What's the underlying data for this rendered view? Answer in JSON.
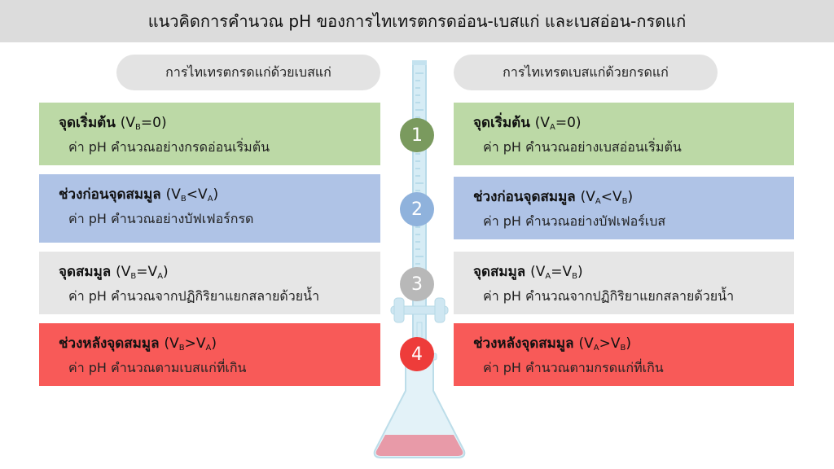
{
  "title": "แนวคิดการคำนวณ pH ของการไทเทรตกรดอ่อน-เบสแก่ และเบสอ่อน-กรดแก่",
  "columns": {
    "left": {
      "header": "การไทเทรตกรดแก่ด้วยเบสแก่",
      "steps": [
        {
          "head": "จุดเริ่มต้น",
          "v1": "V",
          "s1": "B",
          "op": "=0",
          "v2": "",
          "s2": "",
          "close": ")",
          "body": "ค่า pH คำนวณอย่างกรดอ่อนเริ่มต้น"
        },
        {
          "head": "ช่วงก่อนจุดสมมูล",
          "v1": "V",
          "s1": "B",
          "op": "<",
          "v2": "V",
          "s2": "A",
          "close": ")",
          "body": "ค่า pH คำนวณอย่างบัฟเฟอร์กรด"
        },
        {
          "head": "จุดสมมูล",
          "v1": "V",
          "s1": "B",
          "op": "=",
          "v2": "V",
          "s2": "A",
          "close": ")",
          "body": "ค่า pH คำนวณจากปฏิกิริยาแยกสลายด้วยน้ำ"
        },
        {
          "head": "ช่วงหลังจุดสมมูล",
          "v1": "V",
          "s1": "B",
          "op": ">",
          "v2": "V",
          "s2": "A",
          "close": ")",
          "body": "ค่า pH คำนวณตามเบสแก่ที่เกิน"
        }
      ]
    },
    "right": {
      "header": "การไทเทรตเบสแก่ด้วยกรดแก่",
      "steps": [
        {
          "head": "จุดเริ่มต้น",
          "v1": "V",
          "s1": "A",
          "op": "=0",
          "v2": "",
          "s2": "",
          "close": ")",
          "body": "ค่า pH คำนวณอย่างเบสอ่อนเริ่มต้น"
        },
        {
          "head": "ช่วงก่อนจุดสมมูล",
          "v1": "V",
          "s1": "A",
          "op": "<",
          "v2": "V",
          "s2": "B",
          "close": ")",
          "body": "ค่า pH คำนวณอย่างบัฟเฟอร์เบส"
        },
        {
          "head": "จุดสมมูล",
          "v1": "V",
          "s1": "A",
          "op": "=",
          "v2": "V",
          "s2": "B",
          "close": ")",
          "body": "ค่า pH คำนวณจากปฏิกิริยาแยกสลายด้วยน้ำ"
        },
        {
          "head": "ช่วงหลังจุดสมมูล",
          "v1": "V",
          "s1": "A",
          "op": ">",
          "v2": "V",
          "s2": "B",
          "close": ")",
          "body": "ค่า pH คำนวณตามกรดแก่ที่เกิน"
        }
      ]
    }
  },
  "step_numbers": [
    {
      "label": "1",
      "color": "#7a9a5e"
    },
    {
      "label": "2",
      "color": "#8fb2dc"
    },
    {
      "label": "3",
      "color": "#b8b8b8"
    },
    {
      "label": "4",
      "color": "#ee3c3a"
    }
  ],
  "colors": {
    "title_bar": "#dcdcdc",
    "green": "#bcd9a6",
    "blue": "#afc3e6",
    "gray": "#e6e6e6",
    "red": "#f85a58",
    "solution": "#e89aa8",
    "glass": "#d6ecf5"
  },
  "icons": {
    "apparatus": "burette-and-erlenmeyer-flask-icon"
  }
}
